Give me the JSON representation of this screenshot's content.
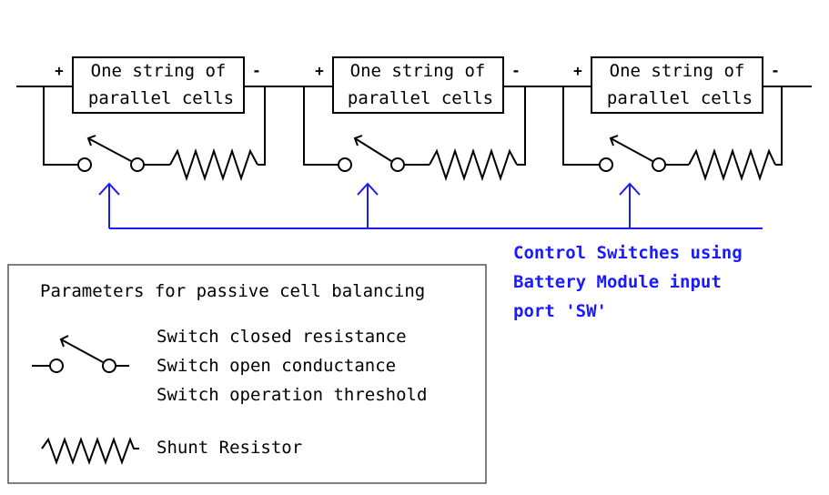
{
  "strings": [
    {
      "label_line1": "One string of",
      "label_line2": "parallel cells",
      "plus": "+",
      "minus": "-"
    },
    {
      "label_line1": "One string of",
      "label_line2": "parallel cells",
      "plus": "+",
      "minus": "-"
    },
    {
      "label_line1": "One string of",
      "label_line2": "parallel cells",
      "plus": "+",
      "minus": "-"
    }
  ],
  "control": {
    "lines": [
      "Control Switches using",
      "Battery Module input",
      "port 'SW'"
    ],
    "color": "#1a1aff"
  },
  "legend": {
    "title": "Parameters for passive cell balancing",
    "switch_params": [
      "Switch closed resistance",
      "Switch open conductance",
      "Switch operation threshold"
    ],
    "resistor_param": "Shunt Resistor"
  }
}
